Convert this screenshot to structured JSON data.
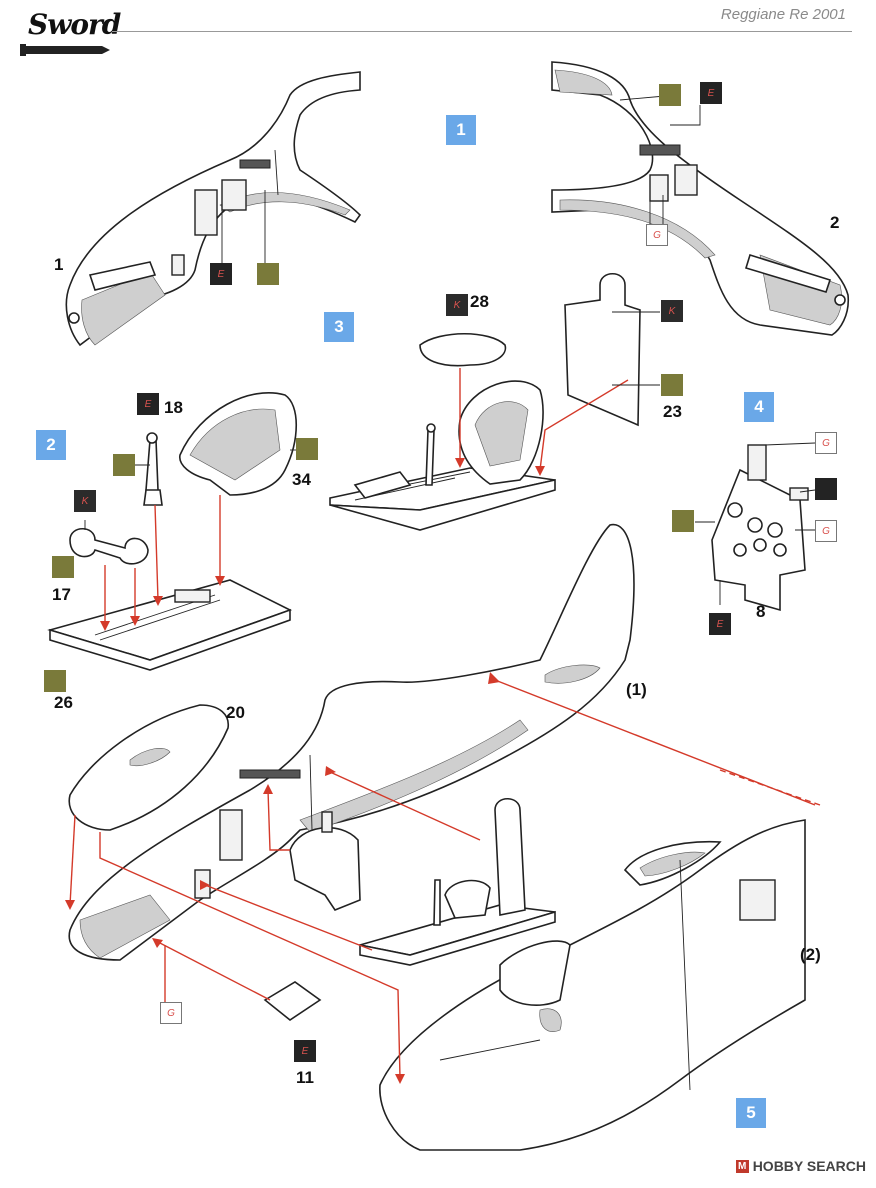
{
  "header": {
    "logo": "Sword",
    "model": "Reggiane Re 2001"
  },
  "steps": [
    "1",
    "2",
    "3",
    "4",
    "5"
  ],
  "parts": {
    "p1": "1",
    "p2": "2",
    "p8": "8",
    "p11": "11",
    "p17": "17",
    "p18": "18",
    "p20": "20",
    "p23": "23",
    "p26": "26",
    "p28": "28",
    "p34": "34",
    "sub1": "(1)",
    "sub2": "(2)"
  },
  "color_codes": {
    "E": "E",
    "K": "K",
    "G": "G",
    "blank": ""
  },
  "colors": {
    "step_box": "#6aa8e8",
    "arrow": "#d43a2a",
    "olive_chip": "#7a7a3a",
    "dark_chip": "#232323"
  },
  "watermark": {
    "icon": "M",
    "text": "HOBBY SEARCH"
  }
}
